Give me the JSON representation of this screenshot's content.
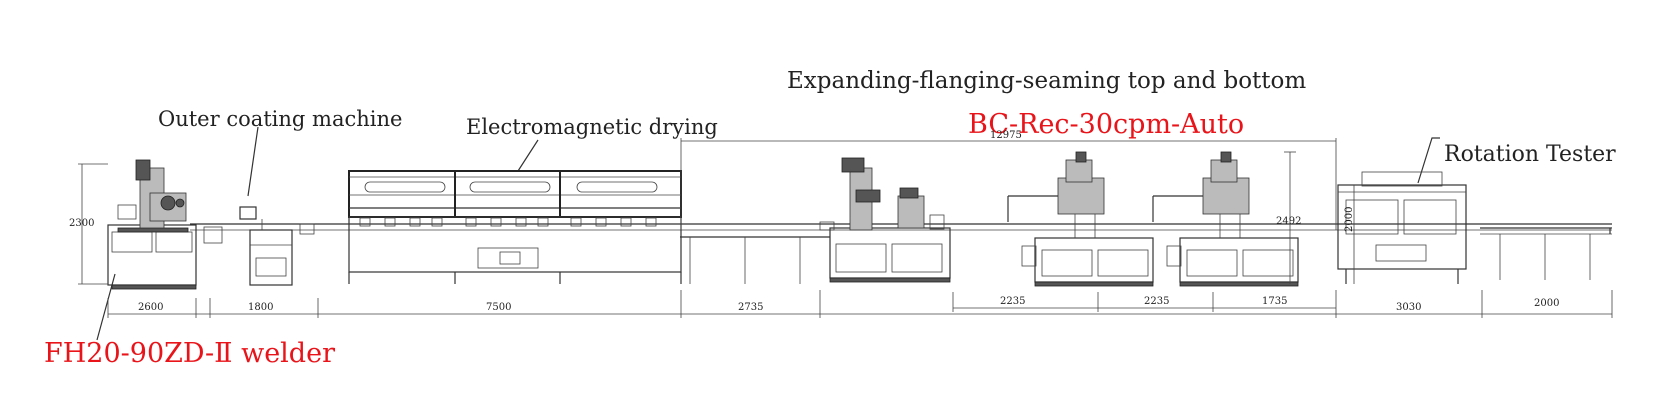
{
  "labels": {
    "title_expanding": "Expanding-flanging-seaming top and bottom",
    "machine_model": "BC-Rec-30cpm-Auto",
    "outer_coating": "Outer coating machine",
    "electromagnetic": "Electromagnetic drying",
    "rotation_tester": "Rotation Tester",
    "welder": "FH20-90ZD-Ⅱ welder"
  },
  "dimensions": {
    "overall_seaming": "12975",
    "height_welder": "2300",
    "height_seamer": "2492",
    "height_tester": "2000",
    "d_2600": "2600",
    "d_1800": "1800",
    "d_7500": "7500",
    "d_2735": "2735",
    "d_2235a": "2235",
    "d_2235b": "2235",
    "d_1735": "1735",
    "d_3030": "3030",
    "d_2000": "2000"
  },
  "colors": {
    "label_red": "#e8141a",
    "line": "#333333"
  }
}
